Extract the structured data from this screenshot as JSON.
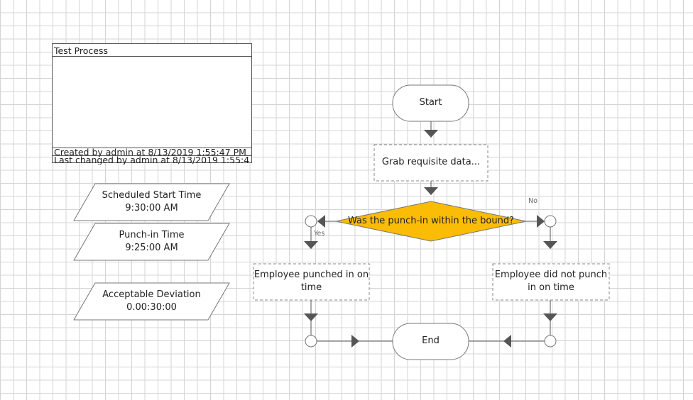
{
  "process": {
    "title": "Test Process",
    "created": "Created by admin at 8/13/2019 1:55:47 PM",
    "changed": "Last changed by admin at 8/13/2019 1:55:4"
  },
  "data_items": [
    {
      "name": "Scheduled Start Time",
      "value": "9:30:00 AM"
    },
    {
      "name": "Punch-in Time",
      "value": "9:25:00 AM"
    },
    {
      "name": "Acceptable Deviation",
      "value": "0.00:30:00"
    }
  ],
  "flow": {
    "start": "Start",
    "action_grab": "Grab requisite data...",
    "decision": "Was the punch-in within the bound?",
    "yes": "Yes",
    "no": "No",
    "on_time_line1": "Employee punched in on",
    "on_time_line2": "time",
    "late_line1": "Employee did not punch",
    "late_line2": "in on time",
    "end": "End"
  },
  "colors": {
    "decision_fill": "#fbbc05",
    "stroke": "#555555",
    "arrow": "#555555"
  }
}
